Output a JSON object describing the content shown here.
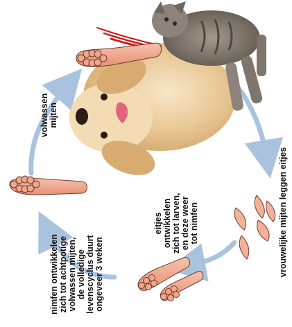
{
  "labels": {
    "adults": [
      "volwassen",
      "mijten"
    ],
    "eggs": "vrouwelijke mijten leggen eitjes",
    "larvae": [
      "eitjes",
      "ontwikkelen",
      "zich tot larven,",
      "en deze weer",
      "tot nimfen"
    ],
    "nymphs": [
      "nimfen ontwikkelen",
      "zich tot achtpotige",
      "volwassen mijten,",
      "de volledige",
      "levenscyclus duurt",
      "ongeveer 3 weken"
    ]
  },
  "colors": {
    "arrow": "#a9c3de",
    "mite_body": "#f0a78e",
    "mite_outline": "#6b3a2a",
    "egg": "#f3b09a",
    "claw": "#d41a1a",
    "dog_fur": "#e8c795",
    "cat_fur": "#8c847a"
  },
  "icons": [
    "adult-mite-icon",
    "nymph-mite-icon",
    "larva-mite-icon",
    "egg-icon",
    "scratch-marks-icon",
    "dog-image",
    "cat-image"
  ]
}
